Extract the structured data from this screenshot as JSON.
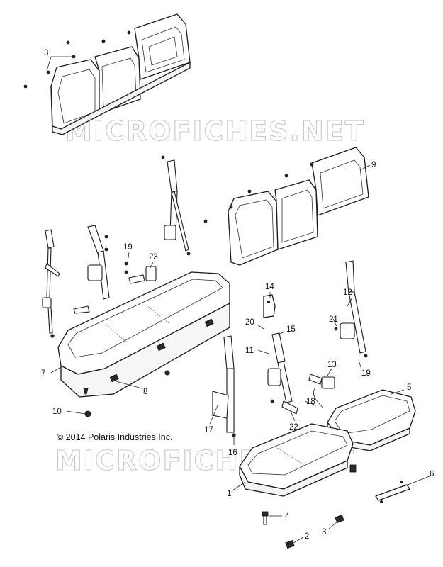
{
  "watermark_text": "MICROFICHES.NET",
  "copyright": "© 2014 Polaris Industries Inc.",
  "callouts": {
    "c3a": "3",
    "c9": "9",
    "c19a": "19",
    "c23": "23",
    "c14": "14",
    "c12": "12",
    "c20": "20",
    "c15": "15",
    "c21": "21",
    "c11": "11",
    "c7": "7",
    "c19b": "19",
    "c13": "13",
    "c5": "5",
    "c8": "8",
    "c18": "18",
    "c10": "10",
    "c17": "17",
    "c22": "22",
    "c16": "16",
    "c6": "6",
    "c1": "1",
    "c4": "4",
    "c2": "2",
    "c3b": "3"
  }
}
